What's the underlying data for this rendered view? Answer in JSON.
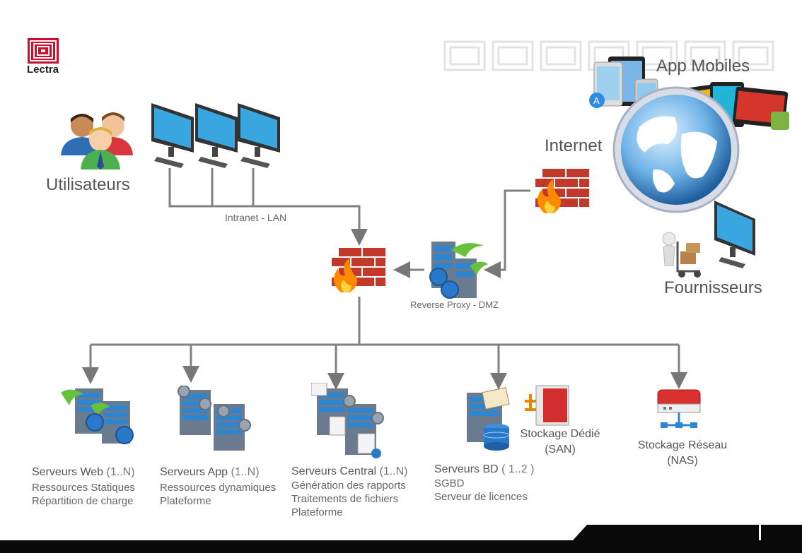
{
  "brand": {
    "logo_text": "Lectra"
  },
  "labels": {
    "app_mobiles": "App Mobiles",
    "internet": "Internet",
    "utilisateurs": "Utilisateurs",
    "intranet": "Intranet - LAN",
    "fournisseurs": "Fournisseurs",
    "reverse_proxy": "Reverse Proxy - DMZ"
  },
  "servers": [
    {
      "title": "Serveurs Web",
      "count": "(1..N)",
      "desc": [
        "Ressources Statiques",
        "Répartition de charge"
      ]
    },
    {
      "title": "Serveurs App",
      "count": "(1..N)",
      "desc": [
        "Ressources dynamiques",
        "Plateforme"
      ]
    },
    {
      "title": "Serveurs Central",
      "count": "(1..N)",
      "desc": [
        "Génération des rapports",
        "Traitements de fichiers",
        "Plateforme"
      ]
    },
    {
      "title": "Serveurs BD",
      "count": "( 1..2 )",
      "desc": [
        "SGBD",
        "Serveur de licences"
      ]
    }
  ],
  "storage": {
    "san": [
      "Stockage Dédié",
      "(SAN)"
    ],
    "nas": [
      "Stockage Réseau",
      "(NAS)"
    ]
  },
  "colors": {
    "accent": "#c8102e",
    "line": "#777777",
    "screen": "#3aa6e0",
    "firewall": "#c0392b"
  }
}
